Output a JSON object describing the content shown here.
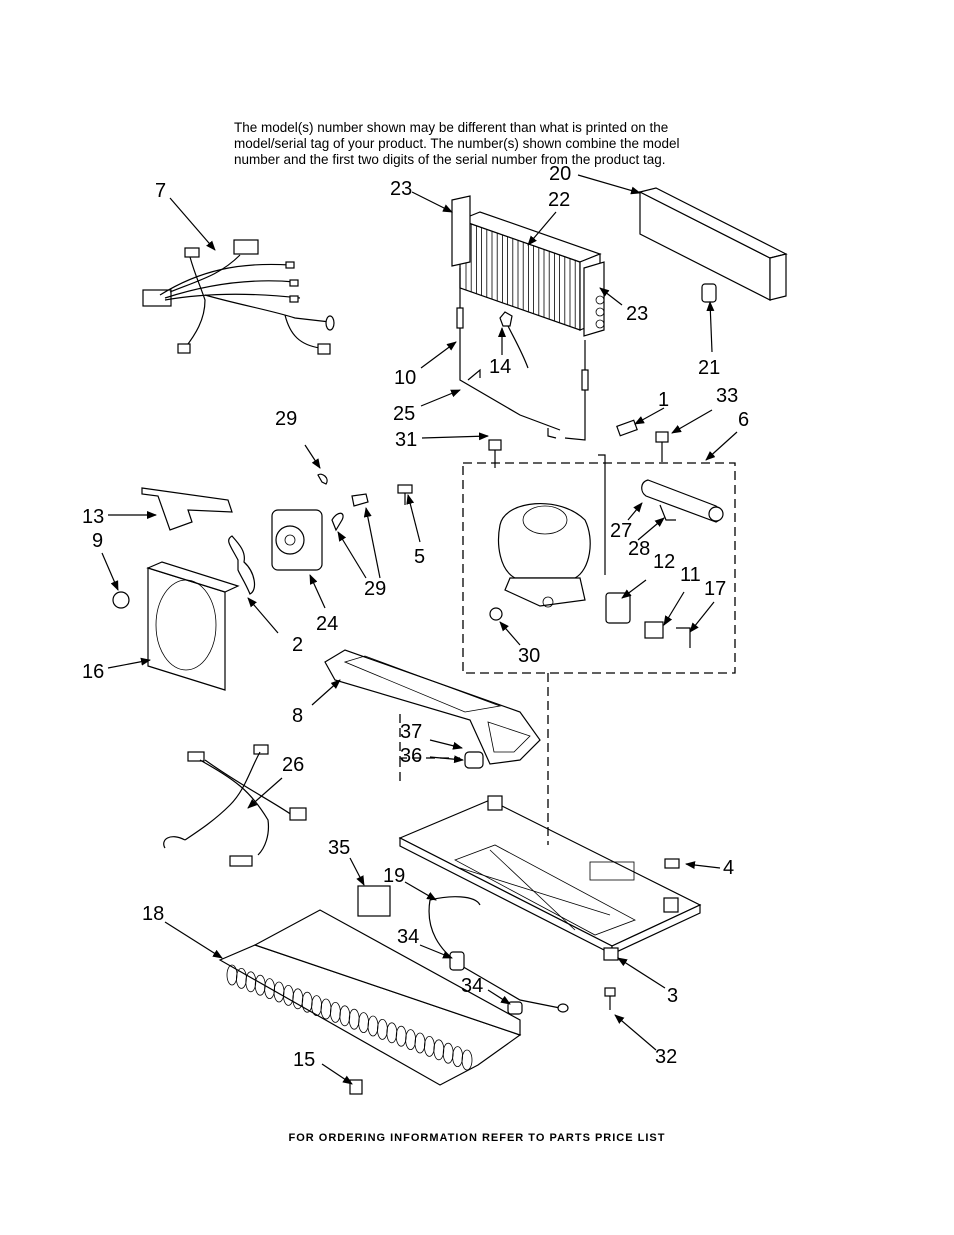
{
  "disclaimer": {
    "line1": "The model(s) number shown may be different than what is printed on the",
    "line2": "model/serial tag of your product. The number(s) shown combine the model",
    "line3": "number and the first two digits of the serial number from the product tag."
  },
  "footer": "FOR ORDERING INFORMATION REFER TO PARTS PRICE LIST",
  "callouts": {
    "c1": "1",
    "c2": "2",
    "c3": "3",
    "c4": "4",
    "c5": "5",
    "c6": "6",
    "c7": "7",
    "c8": "8",
    "c9": "9",
    "c10": "10",
    "c11": "11",
    "c12": "12",
    "c13": "13",
    "c14": "14",
    "c15": "15",
    "c16": "16",
    "c17": "17",
    "c18": "18",
    "c19": "19",
    "c20": "20",
    "c21": "21",
    "c22": "22",
    "c23a": "23",
    "c23b": "23",
    "c24": "24",
    "c25": "25",
    "c26": "26",
    "c27": "27",
    "c28": "28",
    "c29a": "29",
    "c29b": "29",
    "c30": "30",
    "c31": "31",
    "c32": "32",
    "c33": "33",
    "c34a": "34",
    "c34b": "34",
    "c35": "35",
    "c36": "36",
    "c37": "37"
  }
}
